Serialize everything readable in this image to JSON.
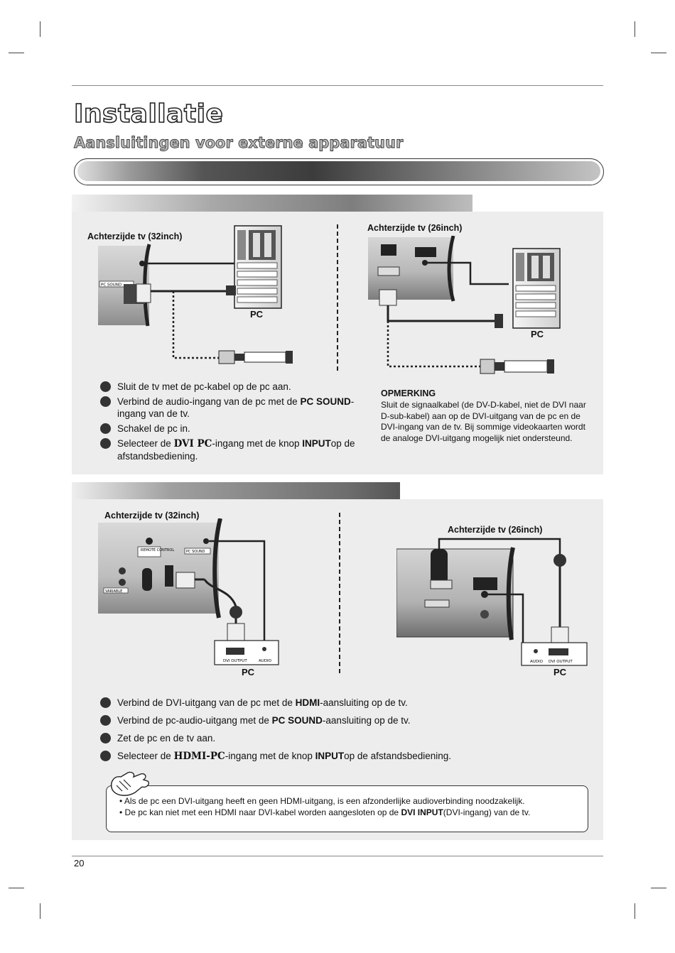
{
  "page": {
    "title": "Installatie",
    "subtitle": "Aansluitingen voor externe apparatuur",
    "page_number": "20"
  },
  "section1": {
    "label_left": "Achterzijde tv (32inch)",
    "label_right": "Achterzijde tv (26inch)",
    "pc_label": "PC",
    "port_pc_sound": "PC SOUND",
    "steps": [
      {
        "pre": "Sluit de tv met de pc-kabel op de pc aan.",
        "bold": "",
        "post": ""
      },
      {
        "pre": "Verbind de audio-ingang van de pc met de ",
        "bold": "PC SOUND",
        "post": "-ingang van de tv."
      },
      {
        "pre": "Schakel de pc in.",
        "bold": "",
        "post": ""
      },
      {
        "pre": "Selecteer de ",
        "bold": "DVI PC",
        "mid": "-ingang met de knop ",
        "bold2": "INPUT",
        "post": "op de afstandsbediening."
      }
    ],
    "note_title": "OPMERKING",
    "note_body": "Sluit de signaalkabel (de DV-D-kabel, niet de DVI naar D-sub-kabel) aan op de DVI-uitgang van de pc en de DVI-ingang van de tv. Bij sommige videokaarten wordt de analoge DVI-uitgang mogelijk niet ondersteund."
  },
  "section2": {
    "label_left": "Achterzijde tv (32inch)",
    "label_right": "Achterzijde tv (26inch)",
    "pc_label": "PC",
    "port_remote_control": "REMOTE CONTROL",
    "port_pc_sound": "PC SOUND",
    "port_variable": "VARIABLE",
    "port_dvi_output": "DVI OUTPUT",
    "port_audio": "AUDIO",
    "steps": [
      {
        "pre": "Verbind de DVI-uitgang van de pc met de ",
        "bold": "HDMI",
        "post": "-aansluiting op de tv."
      },
      {
        "pre": "Verbind de pc-audio-uitgang met de ",
        "bold": "PC SOUND",
        "post": "-aansluiting op de tv."
      },
      {
        "pre": "Zet de pc en de tv aan.",
        "bold": "",
        "post": ""
      },
      {
        "pre": "Selecteer de ",
        "bold": "HDMI-PC",
        "mid": "-ingang met de knop ",
        "bold2": "INPUT",
        "post": "op de afstandsbediening."
      }
    ],
    "notes": [
      {
        "pre": "Als de pc een DVI-uitgang heeft en geen HDMI-uitgang, is een afzonderlijke audioverbinding noodzakelijk.",
        "bold": "",
        "post": ""
      },
      {
        "pre": "De pc kan niet met een HDMI naar DVI-kabel worden aangesloten op de ",
        "bold": "DVI INPUT",
        "post": "(DVI-ingang) van de tv."
      }
    ]
  }
}
